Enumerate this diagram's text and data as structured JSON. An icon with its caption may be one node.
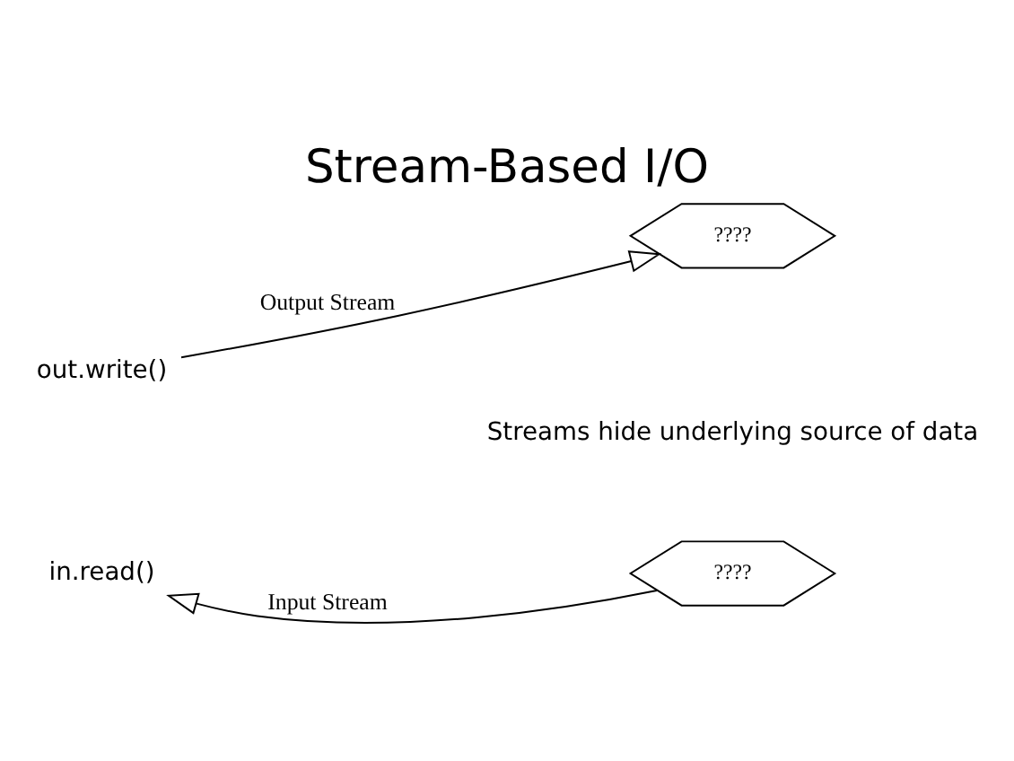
{
  "diagram": {
    "title": "Stream-Based I/O",
    "nodes": [
      {
        "text": [
          "in.read()"
        ]
      },
      {
        "text": [
          "????"
        ]
      },
      {
        "text": [
          "out.write()"
        ]
      },
      {
        "text": [
          "????"
        ]
      }
    ],
    "edges": [
      {
        "from": 1,
        "to": 0,
        "arrow": "to",
        "label": "Input Stream"
      },
      {
        "from": 2,
        "to": 3,
        "arrow": "to",
        "label": "Output Stream"
      }
    ],
    "labels": [
      "Streams hide underlying source of data"
    ]
  }
}
